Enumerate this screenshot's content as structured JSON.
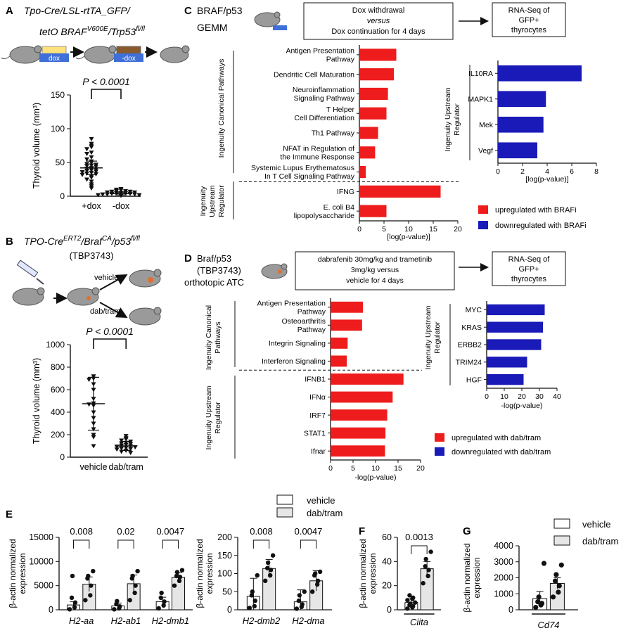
{
  "panels": {
    "A": {
      "label": "A",
      "genotype_line1": "Tpo-Cre/LSL-rtTA_GFP/",
      "genotype_line2_prefix": "tetO BRAF",
      "genotype_line2_sup": "V600E",
      "genotype_line2_mid": "/Trp53",
      "genotype_line2_sup2": "fl/fl",
      "dox_label": "dox",
      "nodox_label": "-dox"
    },
    "B": {
      "label": "B",
      "genotype_prefix": "TPO-Cre",
      "genotype_sup": "ERT2",
      "genotype_mid": "/Braf",
      "genotype_sup2": "CA",
      "genotype_mid2": "/p53",
      "genotype_sup3": "fl/fl",
      "model_id": "(TBP3743)",
      "arm1": "vehicle",
      "arm2": "dab/tram"
    },
    "C": {
      "label": "C",
      "model": [
        "BRAF/p53",
        "GEMM"
      ],
      "box1": [
        "Dox withdrawal",
        "versus",
        "Dox continuation for 4 days"
      ],
      "box2": [
        "RNA-Seq of",
        "GFP+",
        "thyrocytes"
      ],
      "group1": "Ingenuity Canonical Pathways",
      "group2": [
        "Ingenuity",
        "Upstream",
        "Regulator"
      ],
      "right_group": [
        "Ingenuity Upstream",
        "Regulator"
      ],
      "legend_up": "upregulated with BRAFi",
      "legend_down": "downregulated with BRAFi"
    },
    "D": {
      "label": "D",
      "model": [
        "Braf/p53",
        "(TBP3743)",
        "orthotopic ATC"
      ],
      "box1": [
        "dabrafenib 30mg/kg and trametinib",
        "3mg/kg versus",
        "vehicle for 4 days"
      ],
      "box2": [
        "RNA-Seq of",
        "GFP+",
        "thyrocytes"
      ],
      "group1": [
        "Ingenuity Canonical",
        "Pathways"
      ],
      "group2": [
        "Ingenuity Upstream",
        "Regulator"
      ],
      "right_group": [
        "Ingenuity Upstream",
        "Regulator"
      ],
      "legend_up": "upregulated with dab/tram",
      "legend_down": "downregulated with dab/tram"
    },
    "E": {
      "label": "E",
      "legend_vehicle": "vehicle",
      "legend_dabtram": "dab/tram"
    },
    "F": {
      "label": "F"
    },
    "G": {
      "label": "G",
      "legend_vehicle": "vehicle",
      "legend_dabtram": "dab/tram"
    }
  },
  "colors": {
    "up": "#ee1c1c",
    "down": "#1a1ab8",
    "bar_light": "#e6e6e6"
  },
  "chart_data": [
    {
      "id": "A",
      "type": "scatter",
      "ylabel": "Thyroid volume (mm³)",
      "ylim": [
        0,
        150
      ],
      "yticks": [
        0,
        50,
        100,
        150
      ],
      "categories": [
        "+dox",
        "-dox"
      ],
      "annotation": "P < 0.0001",
      "series": [
        {
          "values": [
            85,
            78,
            75,
            73,
            70,
            65,
            63,
            58,
            55,
            52,
            50,
            48,
            47,
            46,
            45,
            44,
            42,
            41,
            40,
            39,
            38,
            37,
            36,
            35,
            34,
            33,
            32,
            30,
            28,
            25,
            22,
            18,
            15,
            12
          ],
          "mean": 42,
          "sd": 10
        },
        {
          "values": [
            11,
            10,
            9,
            8,
            8,
            7,
            7,
            6,
            6,
            5,
            5,
            5,
            4,
            4,
            3,
            3,
            3,
            2,
            2,
            1
          ],
          "mean": 4,
          "sd": 2
        }
      ]
    },
    {
      "id": "B",
      "type": "scatter",
      "ylabel": "Thyroid volume (mm³)",
      "ylim": [
        0,
        1000
      ],
      "yticks": [
        0,
        200,
        400,
        600,
        800,
        1000
      ],
      "categories": [
        "vehicle",
        "dab/tram"
      ],
      "annotation": "P < 0.0001",
      "series": [
        {
          "values": [
            720,
            700,
            690,
            650,
            600,
            520,
            480,
            470,
            460,
            400,
            350,
            300,
            250,
            200,
            180,
            100
          ],
          "mean": 475,
          "sd": 235
        },
        {
          "values": [
            190,
            170,
            160,
            150,
            140,
            130,
            125,
            120,
            110,
            105,
            100,
            95,
            90,
            85,
            80,
            75,
            70,
            60,
            50,
            40
          ],
          "mean": 100,
          "sd": 40
        }
      ]
    },
    {
      "id": "C-left",
      "type": "bar",
      "xlabel": "[log(p-value)]",
      "xlim": [
        0,
        20
      ],
      "xticks": [
        0,
        5,
        10,
        15,
        20
      ],
      "categories": [
        [
          "Antigen Presentation",
          "Pathway"
        ],
        [
          "Dendritic Cell Maturation"
        ],
        [
          "Neuroinflammation",
          "Signaling Pathway"
        ],
        [
          "T Helper",
          "Cell Differentiation"
        ],
        [
          "Th1 Pathway"
        ],
        [
          "NFAT in Regulation of",
          "the Immune Response"
        ],
        [
          "Systemic Lupus Erythematosus",
          "In T Cell Signaling Pathway"
        ],
        [
          "IFNG"
        ],
        [
          "E. coli B4",
          "lipopolysaccharide"
        ]
      ],
      "values": [
        7.5,
        7.0,
        5.8,
        5.5,
        3.8,
        3.2,
        1.3,
        16.5,
        5.5
      ],
      "dashed_after_index": 6
    },
    {
      "id": "C-right",
      "type": "bar",
      "xlabel": "[log(p-value)]",
      "xlim": [
        0,
        8
      ],
      "xticks": [
        0,
        2,
        4,
        6,
        8
      ],
      "categories": [
        "IL10RA",
        "MAPK1",
        "Mek",
        "Vegf"
      ],
      "values": [
        6.8,
        3.9,
        3.7,
        3.2
      ]
    },
    {
      "id": "D-left",
      "type": "bar",
      "xlabel": "-log(p-value)",
      "xlim": [
        0,
        20
      ],
      "xticks": [
        0,
        5,
        10,
        15,
        20
      ],
      "categories": [
        [
          "Antigen Presentation",
          "Pathway"
        ],
        [
          "Osteoarthritis",
          "Pathway"
        ],
        [
          "Integrin Signaling"
        ],
        [
          "Interferon Signaling"
        ],
        [
          "IFNB1"
        ],
        [
          "IFNα"
        ],
        [
          "IRF7"
        ],
        [
          "STAT1"
        ],
        [
          "Ifnar"
        ]
      ],
      "values": [
        7.2,
        7.0,
        3.8,
        3.6,
        16.2,
        13.8,
        12.6,
        12.2,
        12.1
      ],
      "dashed_after_index": 3
    },
    {
      "id": "D-right",
      "type": "bar",
      "xlabel": "-log(p-value)",
      "xlim": [
        0,
        40
      ],
      "xticks": [
        0,
        10,
        20,
        30,
        40
      ],
      "categories": [
        "MYC",
        "KRAS",
        "ERBB2",
        "TRIM24",
        "HGF"
      ],
      "values": [
        33,
        32,
        31,
        23,
        21
      ]
    },
    {
      "id": "E-left",
      "type": "bar",
      "ylabel": "β-actin normalized expression",
      "ylim": [
        0,
        15000
      ],
      "yticks": [
        0,
        5000,
        10000,
        15000
      ],
      "categories": [
        "H2-aa",
        "H2-ab1",
        "H2-dmb1"
      ],
      "series": [
        {
          "name": "vehicle",
          "values": [
            1000,
            800,
            1700
          ],
          "err": [
            700,
            600,
            900
          ],
          "points": [
            [
              100,
              500,
              1500,
              2500,
              7000
            ],
            [
              100,
              300,
              700,
              1200,
              1800
            ],
            [
              300,
              900,
              1700,
              2500,
              3500
            ]
          ]
        },
        {
          "name": "dab/tram",
          "values": [
            5300,
            5400,
            6700
          ],
          "err": [
            1500,
            1800,
            1000
          ],
          "points": [
            [
              2000,
              3000,
              5000,
              6500,
              7000,
              8000
            ],
            [
              2000,
              3500,
              5000,
              6500,
              7000,
              8000
            ],
            [
              5000,
              6000,
              6800,
              7000,
              7800,
              8200
            ]
          ]
        }
      ],
      "pvalues": [
        "0.008",
        "0.02",
        "0.0047"
      ]
    },
    {
      "id": "E-right",
      "type": "bar",
      "ylabel": "β-actin normalized expression",
      "ylim": [
        0,
        200
      ],
      "yticks": [
        0,
        50,
        100,
        150,
        200
      ],
      "categories": [
        "H2-dmb2",
        "H2-dma"
      ],
      "series": [
        {
          "name": "vehicle",
          "values": [
            37,
            22
          ],
          "err": [
            50,
            33
          ],
          "points": [
            [
              5,
              10,
              25,
              40,
              50,
              95
            ],
            [
              3,
              8,
              15,
              25,
              40,
              50
            ]
          ]
        },
        {
          "name": "dab/tram",
          "values": [
            114,
            80
          ],
          "err": [
            25,
            28
          ],
          "points": [
            [
              80,
              95,
              110,
              115,
              130,
              150
            ],
            [
              50,
              70,
              80,
              95,
              100,
              105
            ]
          ]
        }
      ],
      "pvalues": [
        "0.008",
        "0.0047"
      ]
    },
    {
      "id": "F",
      "type": "bar",
      "ylabel": "β-actin normalized expression",
      "ylim": [
        0,
        60
      ],
      "yticks": [
        0,
        20,
        40,
        60
      ],
      "categories": [
        "Ciita"
      ],
      "series": [
        {
          "name": "vehicle",
          "values": [
            6
          ],
          "err": [
            3
          ],
          "points": [
            [
              1,
              2,
              3,
              4,
              5,
              6,
              8,
              9,
              10,
              12
            ]
          ]
        },
        {
          "name": "dab/tram",
          "values": [
            34
          ],
          "err": [
            6
          ],
          "points": [
            [
              22,
              28,
              33,
              36,
              42,
              48
            ]
          ]
        }
      ],
      "pvalues": [
        "0.0013"
      ]
    },
    {
      "id": "G",
      "type": "bar",
      "ylabel": "β-actin normalized expression",
      "ylim": [
        0,
        4000
      ],
      "yticks": [
        0,
        1000,
        2000,
        3000,
        4000
      ],
      "categories": [
        "Cd74"
      ],
      "series": [
        {
          "name": "vehicle",
          "values": [
            700
          ],
          "err": [
            450
          ],
          "points": [
            [
              150,
              300,
              400,
              500,
              800,
              2900
            ]
          ]
        },
        {
          "name": "dab/tram",
          "values": [
            1650
          ],
          "err": [
            350
          ],
          "points": [
            [
              800,
              1100,
              1500,
              1800,
              2200,
              2800
            ]
          ]
        }
      ]
    }
  ]
}
